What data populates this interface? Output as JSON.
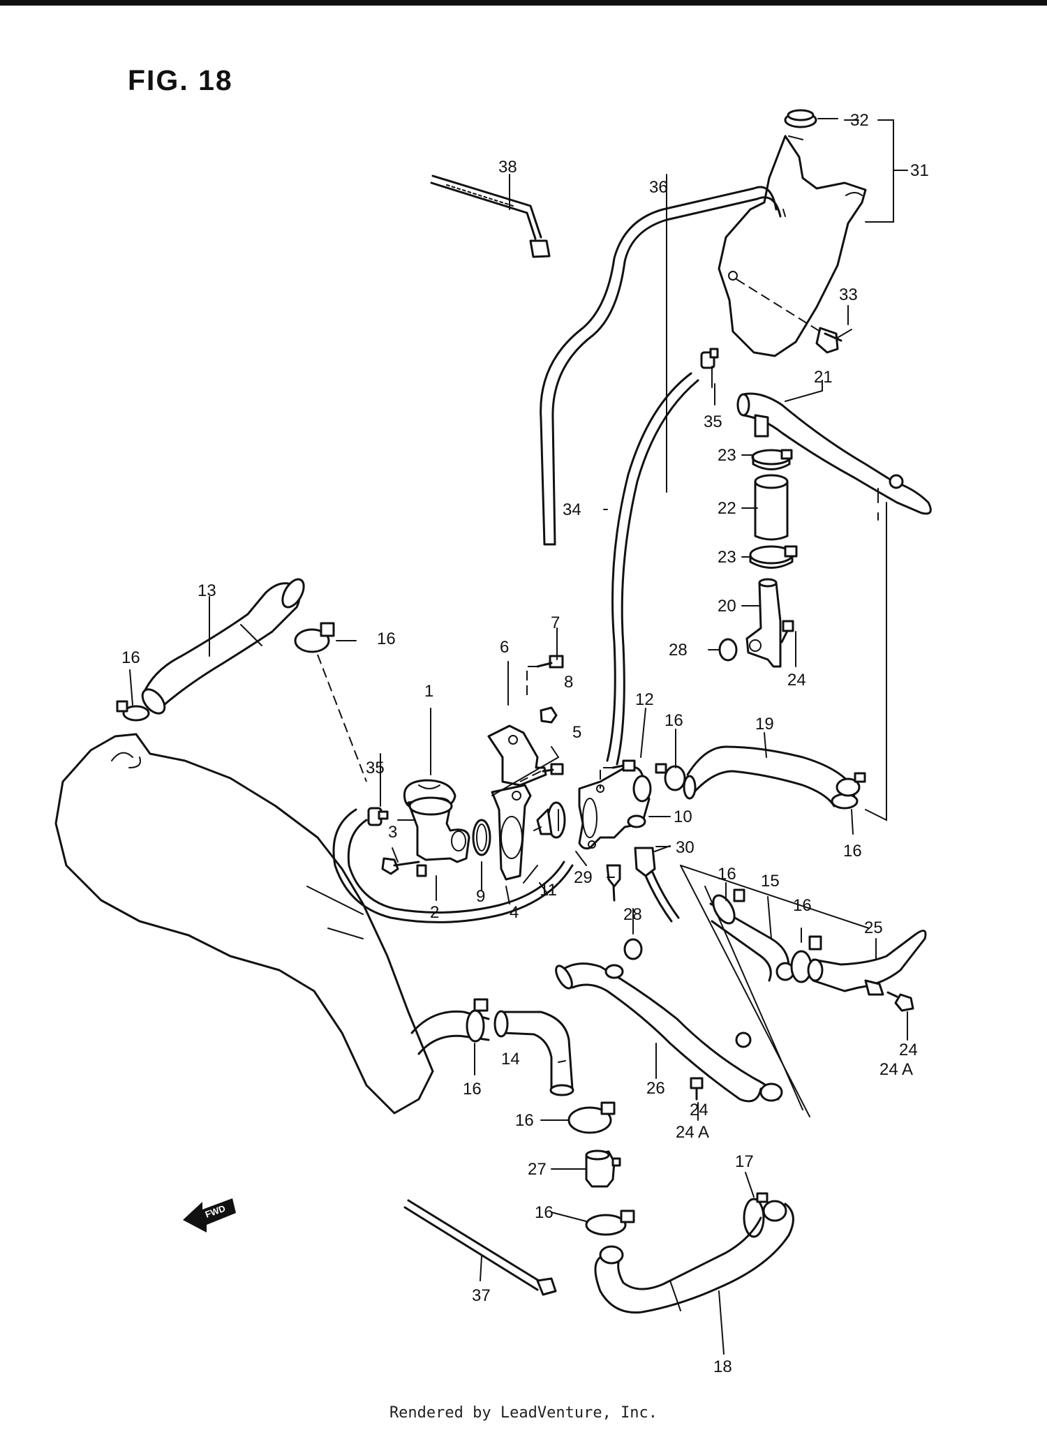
{
  "figure": {
    "title": "FIG. 18",
    "footer": "Rendered by LeadVenture, Inc.",
    "direction_label": "FWD"
  },
  "callouts": {
    "c1": "1",
    "c2": "2",
    "c3": "3",
    "c4": "4",
    "c5": "5",
    "c6": "6",
    "c7": "7",
    "c8": "8",
    "c9": "9",
    "c10": "10",
    "c11": "11",
    "c12": "12",
    "c13": "13",
    "c14": "14",
    "c15": "15",
    "c16a": "16",
    "c16b": "16",
    "c16c": "16",
    "c16d": "16",
    "c16e": "16",
    "c16f": "16",
    "c16g": "16",
    "c16h": "16",
    "c16i": "16",
    "c17": "17",
    "c18": "18",
    "c19": "19",
    "c20": "20",
    "c21": "21",
    "c22": "22",
    "c23a": "23",
    "c23b": "23",
    "c24a": "24",
    "c24b": "24",
    "c24b2": "24 A",
    "c24c": "24",
    "c24c2": "24 A",
    "c25": "25",
    "c26": "26",
    "c27": "27",
    "c28a": "28",
    "c28b": "28",
    "c29": "29",
    "c30": "30",
    "c31": "31",
    "c32": "32",
    "c33": "33",
    "c34": "34",
    "c35a": "35",
    "c35b": "35",
    "c36": "36",
    "c37": "37",
    "c38": "38"
  },
  "colors": {
    "ink": "#111111",
    "paper": "#ffffff"
  }
}
